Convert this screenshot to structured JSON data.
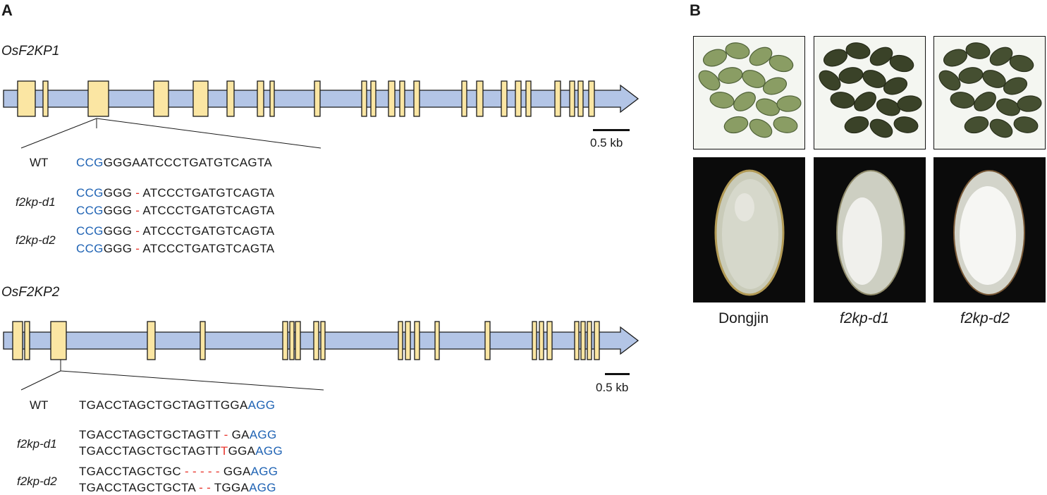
{
  "panel_a": {
    "letter": "A",
    "gene1": {
      "title": "OsF2KP1",
      "scale_label": "0.5 kb",
      "wt_label": "WT",
      "wt": [
        "CCG",
        "GGGAATCCCTGATGTCAGTA",
        ""
      ],
      "mutants": [
        {
          "label": "f2kp-d1",
          "rows": [
            [
              "CCG",
              "GGG",
              " - ",
              "ATCCCTGATGTCAGTA"
            ],
            [
              "CCG",
              "GGG",
              " - ",
              "ATCCCTGATGTCAGTA"
            ]
          ]
        },
        {
          "label": "f2kp-d2",
          "rows": [
            [
              "CCG",
              "GGG",
              " - ",
              "ATCCCTGATGTCAGTA"
            ],
            [
              "CCG",
              "GGG",
              " - ",
              "ATCCCTGATGTCAGTA"
            ]
          ]
        }
      ]
    },
    "gene2": {
      "title": "OsF2KP2",
      "scale_label": "0.5 kb",
      "wt_label": "WT",
      "wt": [
        "TGACCTAGCTGCTAGTTGGA",
        "AGG"
      ],
      "mutants": [
        {
          "label": "f2kp-d1",
          "rows": [
            [
              "TGACCTAGCTGCTAGTT",
              " - ",
              "GA",
              "AGG"
            ],
            [
              "TGACCTAGCTGCTAGTT",
              "T",
              "GGA",
              "AGG"
            ]
          ]
        },
        {
          "label": "f2kp-d2",
          "rows": [
            [
              "TGACCTAGCTGC",
              " - - - - - ",
              "GGA",
              "AGG"
            ],
            [
              "TGACCTAGCTGCTA",
              " - - ",
              "TGGA",
              "AGG"
            ]
          ]
        }
      ]
    }
  },
  "panel_b": {
    "letter": "B",
    "labels": [
      "Dongjin",
      "f2kp-d1",
      "f2kp-d2"
    ],
    "photo_kinds": [
      "seed-group-photo",
      "seed-cross-section-photo"
    ]
  },
  "colors": {
    "exon": "#fbe6a3",
    "intron_arrow": "#b3c5e6",
    "pam": "#1f63b4",
    "mutation": "#e8332a",
    "outline": "#1a1a1a"
  }
}
